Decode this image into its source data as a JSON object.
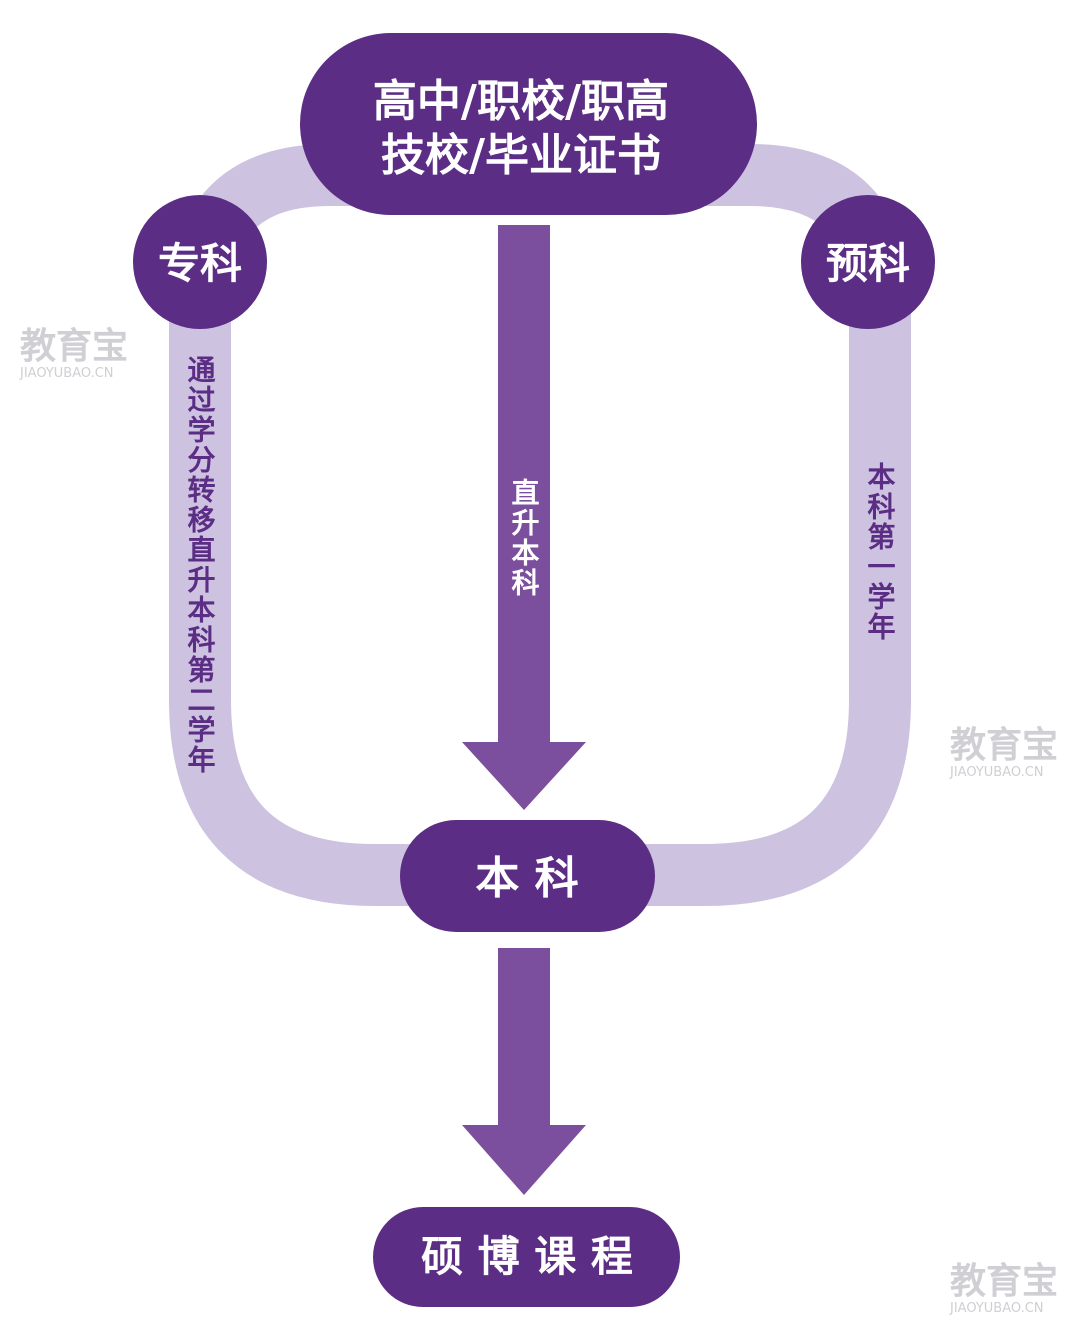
{
  "diagram": {
    "nodes": {
      "start": {
        "line1": "高中/职校/职高",
        "line2": "技校/毕业证书"
      },
      "zhuanke": {
        "label": "专科"
      },
      "yuke": {
        "label": "预科"
      },
      "benke": {
        "label": "本 科"
      },
      "shuobo": {
        "label": "硕 博 课 程"
      }
    },
    "edges": {
      "left": {
        "label": "通过学分转移直升本科第二学年"
      },
      "center": {
        "label": "直升本科"
      },
      "right": {
        "label": "本科第一学年"
      }
    },
    "colors": {
      "node": "#5b2d85",
      "arrow": "#7b4f9e",
      "track": "#cdc2df",
      "text": "#ffffff",
      "edge_label": "#5b2d85"
    }
  },
  "watermarks": [
    {
      "main": "教育宝",
      "sub": "JIAOYUBAO.CN"
    },
    {
      "main": "教育宝",
      "sub": "JIAOYUBAO.CN"
    },
    {
      "main": "教育宝",
      "sub": "JIAOYUBAO.CN"
    }
  ]
}
